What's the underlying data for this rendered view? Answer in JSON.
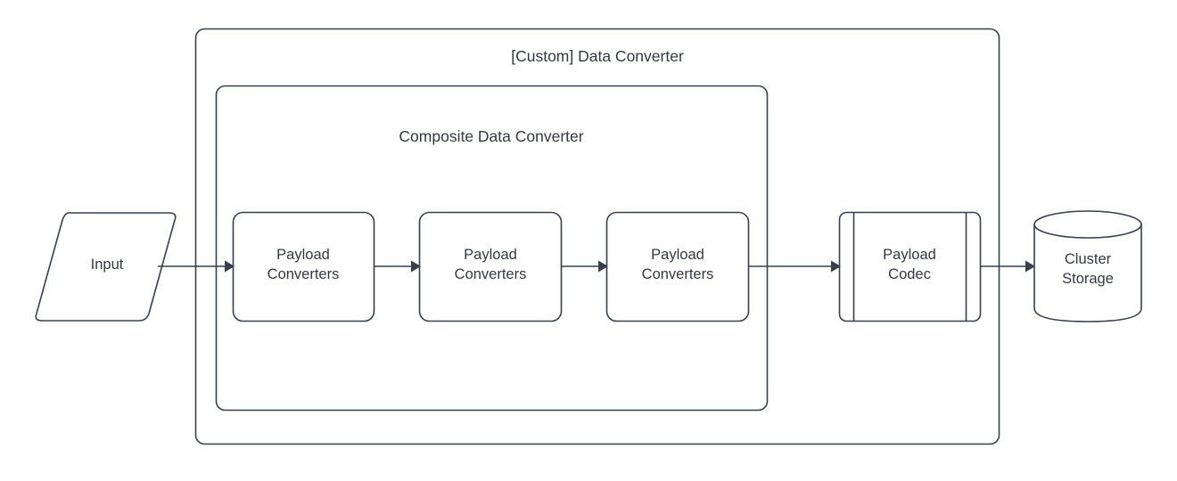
{
  "diagram": {
    "title": "[Custom] Data Converter",
    "containers": [
      {
        "name": "custom-data-converter",
        "label": "[Custom] Data Converter"
      },
      {
        "name": "composite-data-converter",
        "label": "Composite Data Converter"
      }
    ],
    "nodes": [
      {
        "name": "input",
        "label": "Input",
        "shape": "parallelogram"
      },
      {
        "name": "payload-converters-1",
        "label": "Payload\nConverters",
        "shape": "rounded-rect"
      },
      {
        "name": "payload-converters-2",
        "label": "Payload\nConverters",
        "shape": "rounded-rect"
      },
      {
        "name": "payload-converters-3",
        "label": "Payload\nConverters",
        "shape": "rounded-rect"
      },
      {
        "name": "payload-codec",
        "label": "Payload\nCodec",
        "shape": "subroutine"
      },
      {
        "name": "cluster-storage",
        "label": "Cluster\nStorage",
        "shape": "cylinder"
      }
    ],
    "edges": [
      {
        "name": "edge-input-to-converter-1",
        "from": "input",
        "to": "payload-converters-1"
      },
      {
        "name": "edge-converter-1-to-converter-2",
        "from": "payload-converters-1",
        "to": "payload-converters-2"
      },
      {
        "name": "edge-converter-2-to-converter-3",
        "from": "payload-converters-2",
        "to": "payload-converters-3"
      },
      {
        "name": "edge-converter-3-to-codec",
        "from": "payload-converters-3",
        "to": "payload-codec"
      },
      {
        "name": "edge-codec-to-storage",
        "from": "payload-codec",
        "to": "cluster-storage"
      }
    ],
    "colors": {
      "stroke": "#36404d",
      "text": "#333844",
      "background": "#ffffff"
    }
  }
}
